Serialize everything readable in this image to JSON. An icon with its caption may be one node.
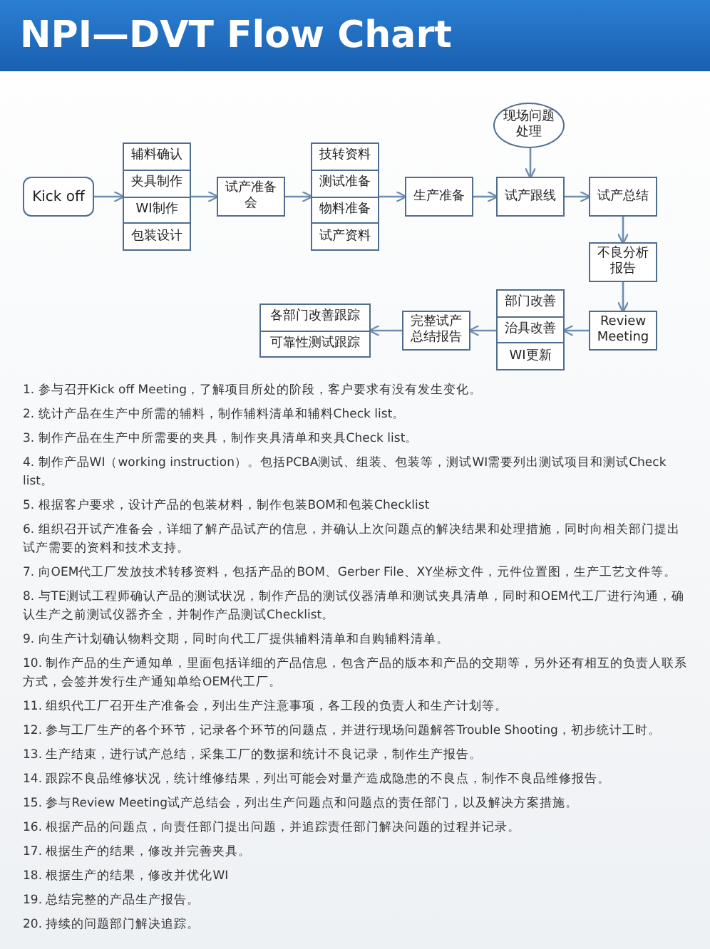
{
  "diagram": {
    "title": "NPI—DVT Flow Chart",
    "nodes": [
      {
        "text": [
          "Kick off"
        ]
      },
      {
        "text": [],
        "shape": "box"
      },
      {
        "text": [
          "辅料确认"
        ],
        "in": 1
      },
      {
        "text": [
          "夹具制作"
        ],
        "in": 1
      },
      {
        "text": [
          "WI制作"
        ],
        "in": 1
      },
      {
        "text": [
          "包装设计"
        ],
        "in": 1
      },
      {
        "text": [
          "试产准备会"
        ]
      },
      {
        "text": [],
        "shape": "box"
      },
      {
        "text": [
          "技转资料"
        ],
        "in": 7
      },
      {
        "text": [
          "测试准备"
        ],
        "in": 7
      },
      {
        "text": [
          "物料准备"
        ],
        "in": 7
      },
      {
        "text": [
          "试产资料"
        ],
        "in": 7
      },
      {
        "text": [
          "生产准备"
        ]
      },
      {
        "text": [
          "现场问题处理"
        ]
      },
      {
        "text": [
          "试产跟线"
        ]
      },
      {
        "text": [
          "试产总结"
        ]
      },
      {
        "text": [
          "不良分析报告"
        ]
      },
      {
        "text": [
          "Review Meeting"
        ]
      },
      {
        "text": [],
        "shape": "box"
      },
      {
        "text": [
          "部门改善"
        ],
        "in": 18
      },
      {
        "text": [
          "治具改善"
        ],
        "in": 18
      },
      {
        "text": [
          "WI更新"
        ],
        "in": 18
      },
      {
        "text": [
          "完整试产总结报告"
        ]
      },
      {
        "text": [],
        "shape": "box"
      },
      {
        "text": [
          "各部门改善跟踪"
        ],
        "in": 23
      },
      {
        "text": [
          "可靠性测试跟踪"
        ],
        "in": 23
      }
    ],
    "edges": [
      {
        "from": 0,
        "to": 1,
        "arrow": "to"
      },
      {
        "from": 1,
        "to": 6,
        "arrow": "to"
      },
      {
        "from": 6,
        "to": 7,
        "arrow": "to"
      },
      {
        "from": 7,
        "to": 12,
        "arrow": "to"
      },
      {
        "from": 12,
        "to": 14,
        "arrow": "to"
      },
      {
        "from": 13,
        "to": 14,
        "arrow": "to"
      },
      {
        "from": 14,
        "to": 15,
        "arrow": "to"
      },
      {
        "from": 15,
        "to": 16,
        "arrow": "to"
      },
      {
        "from": 16,
        "to": 17,
        "arrow": "to"
      },
      {
        "from": 17,
        "to": 18,
        "arrow": "to"
      },
      {
        "from": 18,
        "to": 22,
        "arrow": "to"
      },
      {
        "from": 22,
        "to": 23,
        "arrow": "to"
      }
    ],
    "labels": [
      "1. 参与召开Kick off Meeting，了解项目所处的阶段，客户要求有没有发生变化。",
      "2. 统计产品在生产中所需的辅料，制作辅料清单和辅料Check list。",
      "3. 制作产品在生产中所需要的夹具，制作夹具清单和夹具Check list。",
      "4. 制作产品WI（working instruction）。包括PCBA测试、组装、包装等，测试WI需要列出测试项目和测试Check list。",
      "5. 根据客户要求，设计产品的包装材料，制作包装BOM和包装Checklist",
      "6. 组织召开试产准备会，详细了解产品试产的信息，并确认上次问题点的解决结果和处理措施，同时向相关部门提出试产需要的资料和技术支持。",
      "7. 向OEM代工厂发放技术转移资料，包括产品的BOM、Gerber File、XY坐标文件，元件位置图，生产工艺文件等。",
      "8. 与TE测试工程师确认产品的测试状况，制作产品的测试仪器清单和测试夹具清单，同时和OEM代工厂进行沟通，确认生产之前测试仪器齐全，并制作产品测试Checklist。",
      "9. 向生产计划确认物料交期，同时向代工厂提供辅料清单和自购辅料清单。",
      "10. 制作产品的生产通知单，里面包括详细的产品信息，包含产品的版本和产品的交期等，另外还有相互的负责人联系方式，会签并发行生产通知单给OEM代工厂。",
      "11. 组织代工厂召开生产准备会，列出生产注意事项，各工段的负责人和生产计划等。",
      "12. 参与工厂生产的各个环节，记录各个环节的问题点，并进行现场问题解答Trouble Shooting，初步统计工时。",
      "13. 生产结束，进行试产总结，采集工厂的数据和统计不良记录，制作生产报告。",
      "14. 跟踪不良品维修状况，统计维修结果，列出可能会对量产造成隐患的不良点，制作不良品维修报告。",
      "15. 参与Review Meeting试产总结会，列出生产问题点和问题点的责任部门，以及解决方案措施。",
      "16. 根据产品的问题点，向责任部门提出问题，并追踪责任部门解决问题的过程并记录。",
      "17. 根据生产的结果，修改并完善夹具。",
      "18. 根据生产的结果，修改并优化WI",
      "19. 总结完整的产品生产报告。",
      "20. 持续的问题部门解决追踪。"
    ]
  }
}
